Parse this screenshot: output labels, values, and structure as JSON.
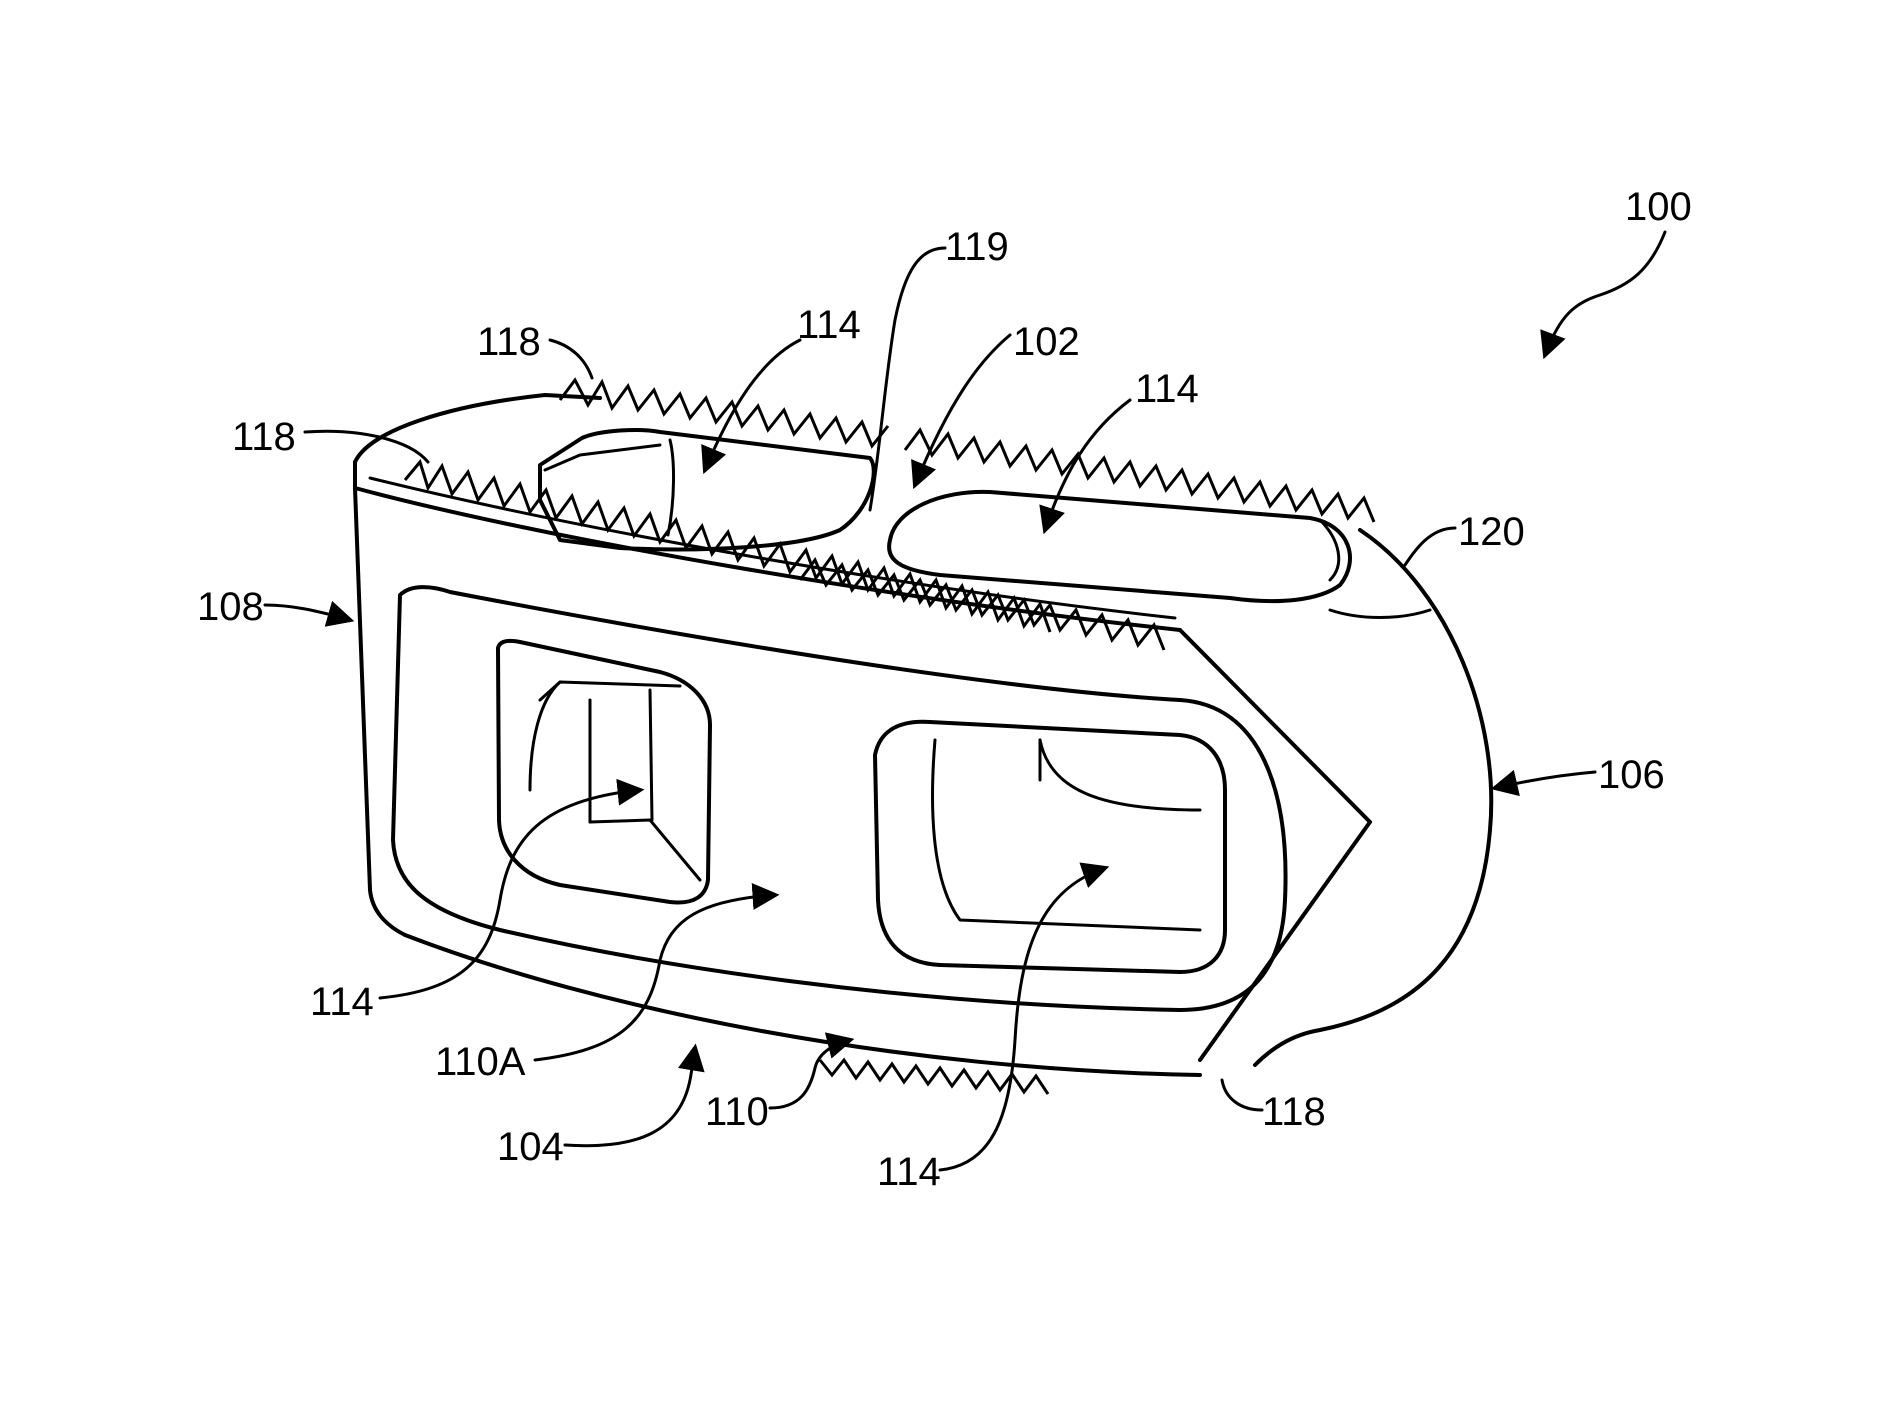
{
  "figure": {
    "labels": [
      {
        "id": "ref-100",
        "text": "100"
      },
      {
        "id": "ref-119",
        "text": "119"
      },
      {
        "id": "ref-114-top-left",
        "text": "114"
      },
      {
        "id": "ref-118-top",
        "text": "118"
      },
      {
        "id": "ref-102",
        "text": "102"
      },
      {
        "id": "ref-114-top-right",
        "text": "114"
      },
      {
        "id": "ref-118-left",
        "text": "118"
      },
      {
        "id": "ref-120",
        "text": "120"
      },
      {
        "id": "ref-108",
        "text": "108"
      },
      {
        "id": "ref-106",
        "text": "106"
      },
      {
        "id": "ref-114-bottom-left",
        "text": "114"
      },
      {
        "id": "ref-110A",
        "text": "110A"
      },
      {
        "id": "ref-110",
        "text": "110"
      },
      {
        "id": "ref-118-bottom",
        "text": "118"
      },
      {
        "id": "ref-104",
        "text": "104"
      },
      {
        "id": "ref-114-bottom-center",
        "text": "114"
      }
    ]
  }
}
